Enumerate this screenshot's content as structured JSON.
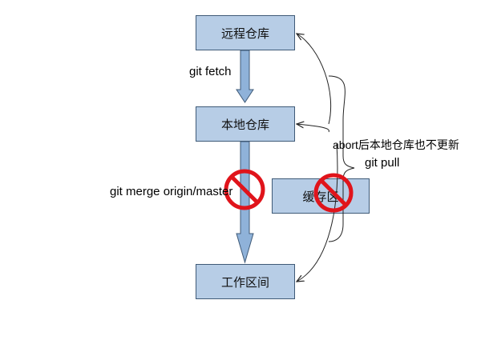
{
  "nodes": {
    "remote": {
      "label": "远程仓库"
    },
    "local": {
      "label": "本地仓库"
    },
    "stash": {
      "label": "缓存区"
    },
    "work": {
      "label": "工作区间"
    }
  },
  "edges": {
    "fetch_label": "git fetch",
    "merge_label": "git merge origin/master",
    "pull_label": "git pull",
    "abort_label": "abort后本地仓库也不更新"
  },
  "colors": {
    "node_fill": "#b7cde6",
    "node_border": "#3f5a77",
    "arrow_fill": "#8fb2d9",
    "forbidden_red": "#e0141b"
  }
}
